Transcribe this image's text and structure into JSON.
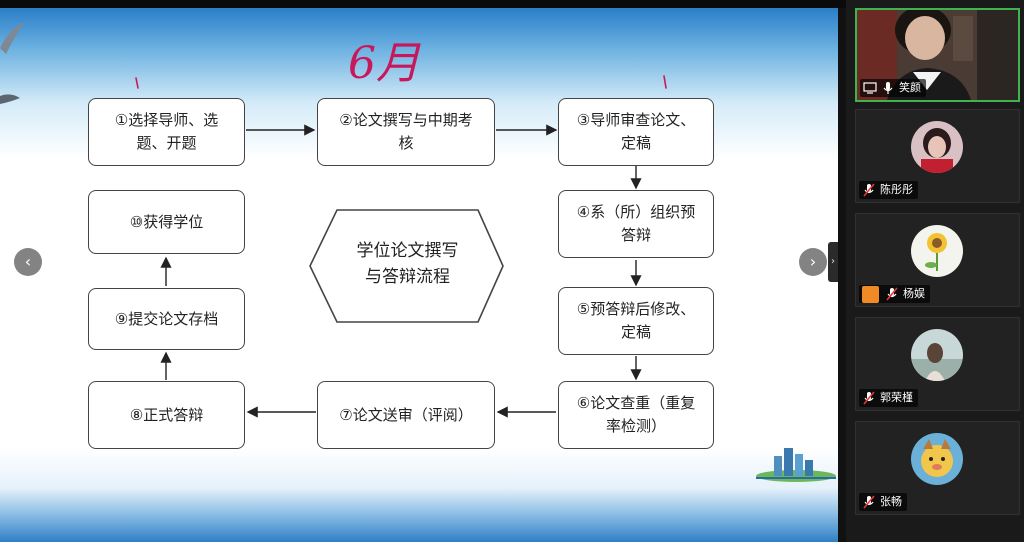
{
  "slide": {
    "annotation": "6月",
    "center_title_line1": "学位论文撰写",
    "center_title_line2": "与答辩流程",
    "steps": [
      {
        "line1": "①选择导师、选",
        "line2": "题、开题"
      },
      {
        "line1": "②论文撰写与中期考",
        "line2": "核"
      },
      {
        "line1": "③导师审查论文、",
        "line2": "定稿"
      },
      {
        "line1": "④系（所）组织预",
        "line2": "答辩"
      },
      {
        "line1": "⑤预答辩后修改、",
        "line2": "定稿"
      },
      {
        "line1": "⑥论文查重（重复",
        "line2": "率检测）"
      },
      {
        "line1": "⑦论文送审（评阅）",
        "line2": ""
      },
      {
        "line1": "⑧正式答辩",
        "line2": ""
      },
      {
        "line1": "⑨提交论文存档",
        "line2": ""
      },
      {
        "line1": "⑩获得学位",
        "line2": ""
      }
    ]
  },
  "nav": {
    "prev": "‹",
    "next": "›",
    "collapse": "›"
  },
  "participants": [
    {
      "name": "笑颜",
      "mic": "on",
      "active": true
    },
    {
      "name": "陈彤彤",
      "mic": "muted",
      "active": false
    },
    {
      "name": "杨娱",
      "mic": "muted",
      "active": false
    },
    {
      "name": "郭荣槿",
      "mic": "muted",
      "active": false
    },
    {
      "name": "张畅",
      "mic": "muted",
      "active": false
    }
  ],
  "colors": {
    "ink": "#c8185b",
    "active_border": "#3fb34f",
    "hand_raise": "#f08a24"
  }
}
